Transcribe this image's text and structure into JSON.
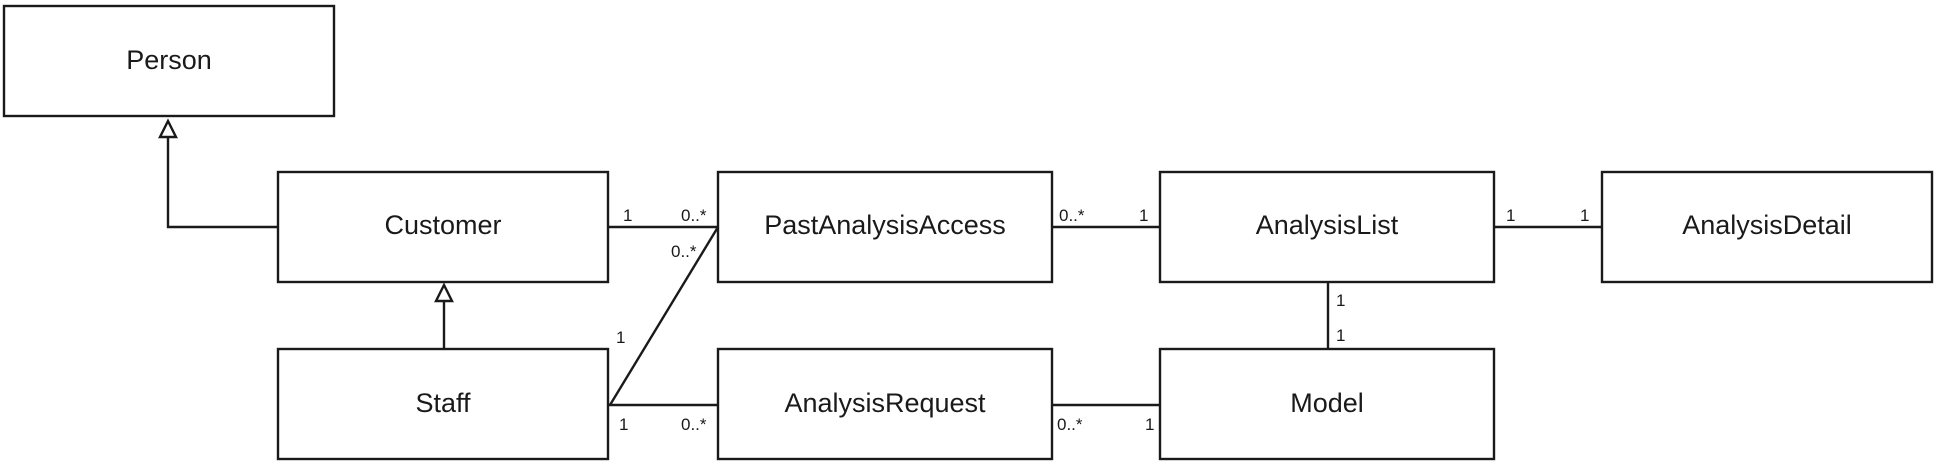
{
  "classes": {
    "person": "Person",
    "customer": "Customer",
    "staff": "Staff",
    "past_analysis_access": "PastAnalysisAccess",
    "analysis_request": "AnalysisRequest",
    "analysis_list": "AnalysisList",
    "model": "Model",
    "analysis_detail": "AnalysisDetail"
  },
  "associations": {
    "customer_pastaccess": {
      "customer_end": "1",
      "pastaccess_end": "0..*"
    },
    "staff_pastaccess": {
      "staff_end": "1",
      "pastaccess_end": "0..*"
    },
    "staff_request": {
      "staff_end": "1",
      "request_end": "0..*"
    },
    "pastaccess_list": {
      "pastaccess_end": "0..*",
      "list_end": "1"
    },
    "request_model": {
      "request_end": "0..*",
      "model_end": "1"
    },
    "list_model": {
      "list_end": "1",
      "model_end": "1"
    },
    "list_detail": {
      "list_end": "1",
      "detail_end": "1"
    }
  },
  "generalizations": [
    {
      "child": "Customer",
      "parent": "Person"
    },
    {
      "child": "Staff",
      "parent": "Customer"
    }
  ]
}
